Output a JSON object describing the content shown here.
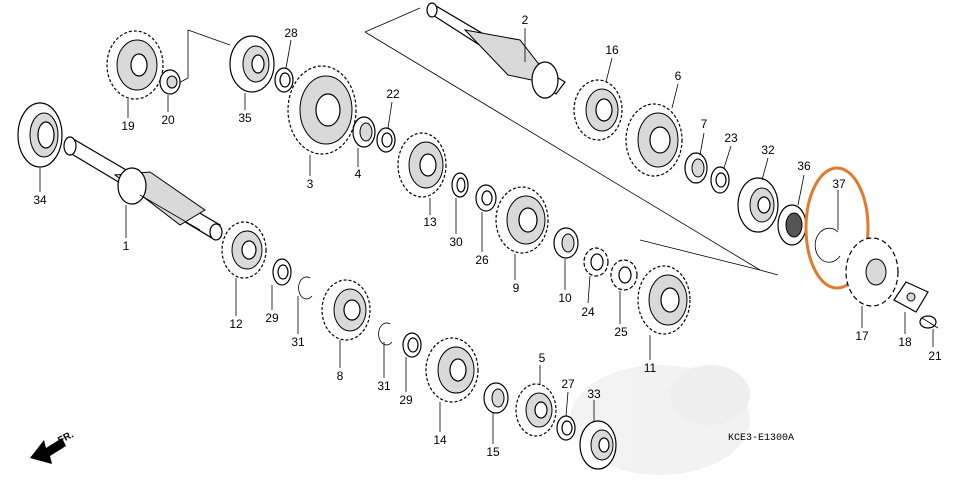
{
  "diagram": {
    "code": "KCE3-E1300A",
    "direction_label": "FR.",
    "highlight_color": "#e07a2e",
    "highlighted_part": "37",
    "parts": [
      "1",
      "2",
      "3",
      "4",
      "5",
      "6",
      "7",
      "8",
      "9",
      "10",
      "11",
      "12",
      "13",
      "14",
      "15",
      "16",
      "17",
      "18",
      "19",
      "20",
      "21",
      "22",
      "23",
      "24",
      "25",
      "26",
      "27",
      "28",
      "29",
      "29",
      "30",
      "31",
      "31",
      "32",
      "33",
      "34",
      "35",
      "36",
      "37"
    ]
  }
}
